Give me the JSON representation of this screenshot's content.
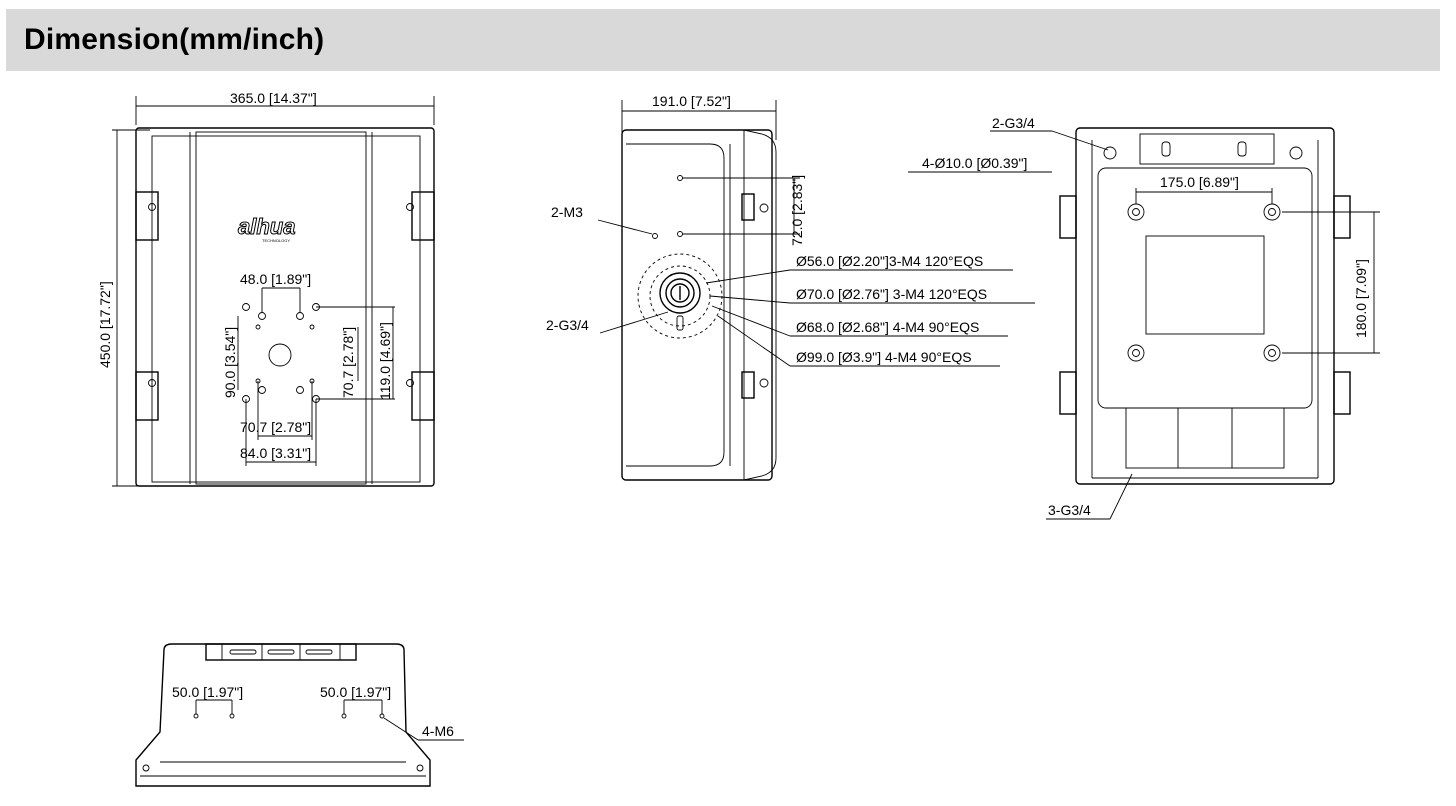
{
  "header": {
    "title": "Dimension(mm/inch)"
  },
  "front_view": {
    "width": "365.0 [14.37\"]",
    "height": "450.0 [17.72\"]",
    "logo": "alhua",
    "logo_sub": "TECHNOLOGY",
    "hole_top": "48.0 [1.89\"]",
    "hole_left": "90.0 [3.54\"]",
    "hole_right_inner": "70.7 [2.78\"]",
    "hole_right_outer": "119.0 [4.69\"]",
    "hole_bottom_inner": "70.7 [2.78\"]",
    "hole_bottom_outer": "84.0 [3.31\"]"
  },
  "side_view": {
    "width": "191.0 [7.52\"]",
    "vertical": "72.0 [2.83\"]",
    "screw": "2-M3",
    "gland": "2-G3/4",
    "pcd": [
      "Ø56.0 [Ø2.20\"]3-M4 120°EQS",
      "Ø70.0 [Ø2.76\"]  3-M4 120°EQS",
      "Ø68.0 [Ø2.68\"] 4-M4 90°EQS",
      "Ø99.0 [Ø3.9\"] 4-M4 90°EQS"
    ]
  },
  "back_view": {
    "gland_top": "2-G3/4",
    "holes": "4-Ø10.0 [Ø0.39\"]",
    "hole_spacing_h": "175.0 [6.89\"]",
    "hole_spacing_v": "180.0 [7.09\"]",
    "gland_bottom": "3-G3/4"
  },
  "bottom_view": {
    "left_spacing": "50.0 [1.97\"]",
    "right_spacing": "50.0 [1.97\"]",
    "screws": "4-M6"
  }
}
